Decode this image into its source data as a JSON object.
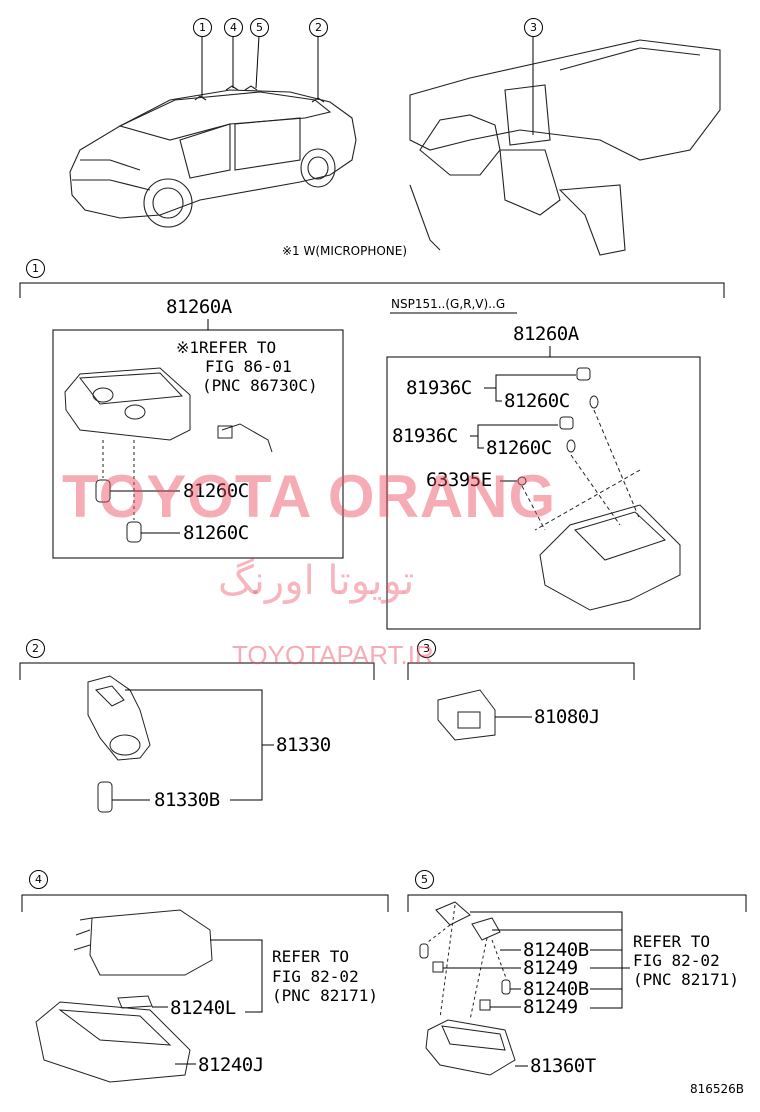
{
  "callouts": [
    "1",
    "4",
    "5",
    "2",
    "3"
  ],
  "microphone_note": "※1 W(MICROPHONE)",
  "sections": {
    "s1": {
      "marker": "1",
      "left_title": "81260A",
      "left_ref": [
        "※1REFER TO",
        "FIG 86-01",
        "(PNC 86730C)"
      ],
      "left_parts": [
        "81260C",
        "81260C"
      ],
      "variant_label": "NSP151..(G,R,V)..G",
      "right_title": "81260A",
      "right_parts": [
        "81936C",
        "81260C",
        "81936C",
        "81260C",
        "63395E"
      ]
    },
    "s2": {
      "marker": "2",
      "parts": [
        "81330",
        "81330B"
      ]
    },
    "s3": {
      "marker": "3",
      "parts": [
        "81080J"
      ]
    },
    "s4": {
      "marker": "4",
      "parts": [
        "81240L",
        "81240J"
      ],
      "ref": [
        "REFER TO",
        "FIG 82-02",
        "(PNC 82171)"
      ]
    },
    "s5": {
      "marker": "5",
      "parts": [
        "81240B",
        "81249",
        "81240B",
        "81249",
        "81360T"
      ],
      "ref": [
        "REFER TO",
        "FIG 82-02",
        "(PNC 82171)"
      ]
    }
  },
  "watermarks": {
    "brand": "TOYOTA ORANG",
    "persian": "تویوتا اورنگ",
    "site": "TOYOTAPART.IR"
  },
  "figure_code": "816526B"
}
